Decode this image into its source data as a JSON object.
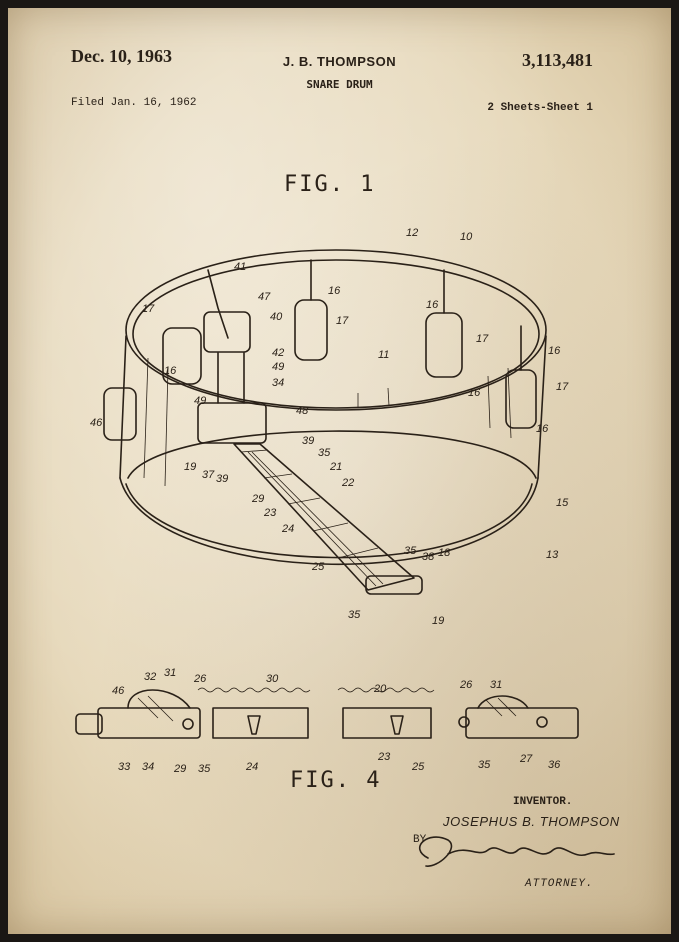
{
  "header": {
    "date": "Dec. 10, 1963",
    "inventor": "J. B. THOMPSON",
    "title": "SNARE DRUM",
    "patent_number": "3,113,481",
    "filed": "Filed Jan. 16, 1962",
    "sheets": "2 Sheets-Sheet 1"
  },
  "figures": {
    "fig1_label": "FIG. 1",
    "fig4_label": "FIG. 4"
  },
  "fig1_refs": [
    "10",
    "12",
    "41",
    "47",
    "40",
    "16",
    "17",
    "11",
    "42",
    "49",
    "34",
    "48",
    "16",
    "17",
    "16",
    "17",
    "16",
    "17",
    "16",
    "46",
    "19",
    "37",
    "39",
    "29",
    "23",
    "24",
    "39",
    "35",
    "21",
    "22",
    "15",
    "25",
    "35",
    "38",
    "18",
    "13",
    "35",
    "19",
    "16",
    "49"
  ],
  "fig4_refs": [
    "46",
    "32",
    "31",
    "26",
    "30",
    "20",
    "26",
    "31",
    "33",
    "34",
    "29",
    "35",
    "24",
    "23",
    "25",
    "35",
    "27",
    "36"
  ],
  "signature": {
    "inventor_label": "INVENTOR.",
    "inventor_name": "JOSEPHUS B. THOMPSON",
    "by": "BY",
    "attorney_signature": "Sanford Schnurmacher",
    "attorney_label": "ATTORNEY."
  },
  "colors": {
    "paper": "#e6d8ba",
    "ink": "#2a2118",
    "frame": "#1a1714"
  }
}
